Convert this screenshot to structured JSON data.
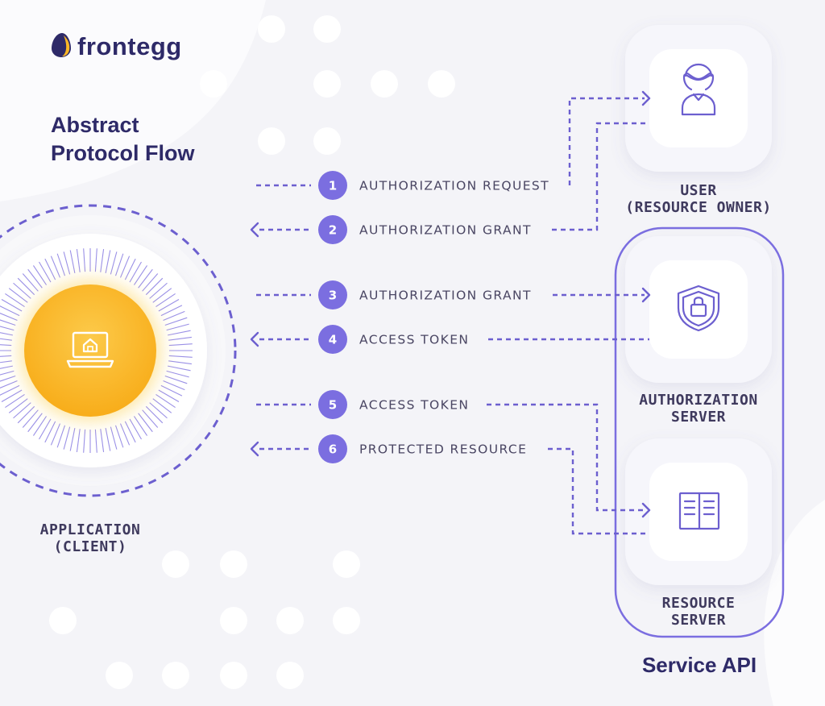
{
  "brand": {
    "name": "frontegg"
  },
  "title": {
    "line1": "Abstract",
    "line2": "Protocol Flow"
  },
  "nodes": {
    "client": {
      "line1": "APPLICATION",
      "line2": "(CLIENT)",
      "icon": "laptop-home-icon"
    },
    "user": {
      "line1": "USER",
      "line2": "(RESOURCE OWNER)",
      "icon": "user-icon"
    },
    "auth_server": {
      "line1": "AUTHORIZATION",
      "line2": "SERVER",
      "icon": "shield-lock-icon"
    },
    "resource_server": {
      "line1": "RESOURCE",
      "line2": "SERVER",
      "icon": "book-icon"
    }
  },
  "service_group": {
    "label": "Service API"
  },
  "steps": [
    {
      "number": "1",
      "label": "AUTHORIZATION REQUEST"
    },
    {
      "number": "2",
      "label": "AUTHORIZATION GRANT"
    },
    {
      "number": "3",
      "label": "AUTHORIZATION GRANT"
    },
    {
      "number": "4",
      "label": "ACCESS TOKEN"
    },
    {
      "number": "5",
      "label": "ACCESS TOKEN"
    },
    {
      "number": "6",
      "label": "PROTECTED RESOURCE"
    }
  ],
  "colors": {
    "accent": "#6c5fcf",
    "badge": "#7b6ee0",
    "navy": "#2e2a68",
    "label": "#4a4663",
    "client_core": "#fbb726",
    "background": "#f4f4f8"
  }
}
